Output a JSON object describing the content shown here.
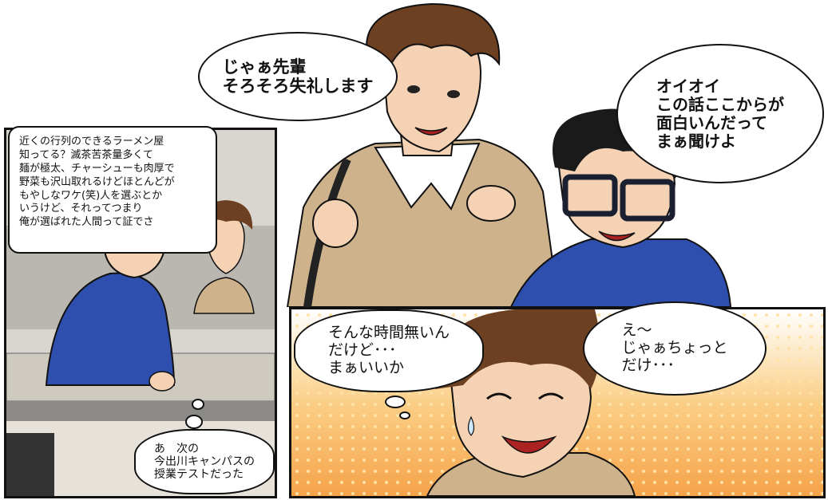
{
  "panels": {
    "left": {
      "narration": "近くの行列のできるラーメン屋\n知ってる？滅茶苦茶量多くて\n麺が極太、チャーシューも肉厚で\n野菜も沢山取れるけどほとんどが\nもやしなワケ(笑)人を選ぶとか\nいうけど、それってつまり\n俺が選ばれた人間って証でさ",
      "thought": "あ　次の\n今出川キャンパスの\n授業テストだった"
    },
    "top": {
      "speech_senpai": "じゃぁ先輩\nそろそろ失礼します",
      "speech_glasses": "オイオイ\nこの話ここからが\n面白いんだって\nまぁ聞けよ"
    },
    "bottom": {
      "thought": "そんな時間無いん\nだけど･･･\nまぁいいか",
      "speech": "え～\nじゃぁちょっと\nだけ･･･"
    }
  },
  "colors": {
    "ink": "#111111",
    "shirt_blue": "#2f4fae",
    "sweater_beige": "#cdb28c",
    "hair_brown": "#6e4022",
    "skin": "#f5d2b4",
    "panel_bg_orange": "#f8b562",
    "classroom_gray": "#b9b7b0"
  }
}
